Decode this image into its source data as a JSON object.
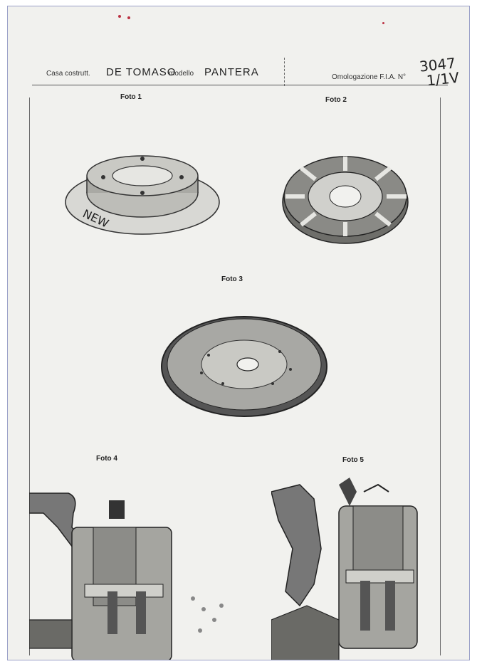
{
  "header": {
    "casa_label": "Casa costrutt.",
    "maker": "DE TOMASO",
    "modello_label": "modello",
    "model": "PANTERA",
    "omologazione_label": "Omologazione F.I.A. N°",
    "number_line1": "3047",
    "number_line2": "1/1V"
  },
  "photos": [
    {
      "caption": "Foto 1",
      "subject": "clutch pressure plate",
      "annotation": "NEW"
    },
    {
      "caption": "Foto 2",
      "subject": "clutch disc"
    },
    {
      "caption": "Foto 3",
      "subject": "flywheel ring gear"
    },
    {
      "caption": "Foto 4",
      "subject": "brake caliper and upright"
    },
    {
      "caption": "Foto 5",
      "subject": "brake caliper and upright"
    }
  ]
}
